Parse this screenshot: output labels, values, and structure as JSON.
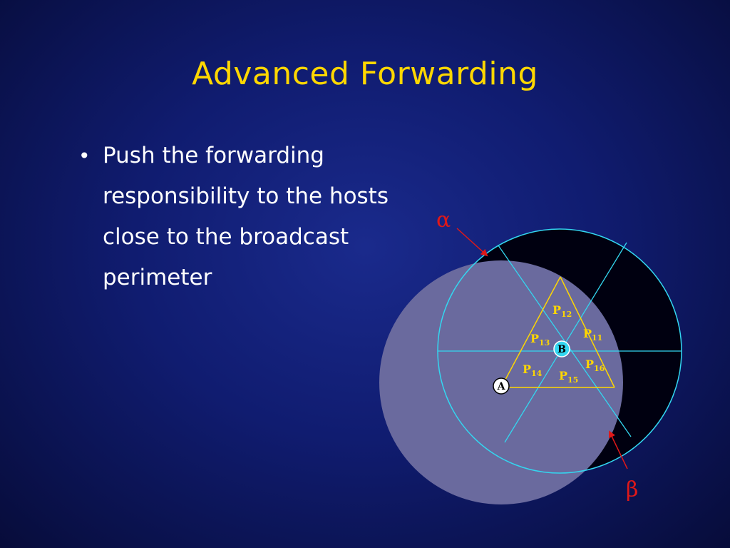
{
  "slide": {
    "title": "Advanced Forwarding",
    "bullets": [
      "Push the forwarding responsibility to the hosts close to the broadcast perimeter"
    ]
  },
  "diagram": {
    "nodes": [
      {
        "id": "A",
        "label": "A"
      },
      {
        "id": "B",
        "label": "B"
      }
    ],
    "region_labels": [
      {
        "main": "P",
        "sub": "12"
      },
      {
        "main": "P",
        "sub": "11"
      },
      {
        "main": "P",
        "sub": "13"
      },
      {
        "main": "P",
        "sub": "16"
      },
      {
        "main": "P",
        "sub": "14"
      },
      {
        "main": "P",
        "sub": "15"
      }
    ],
    "angle_labels": {
      "alpha": "α",
      "beta": "β"
    }
  },
  "colors": {
    "title": "#ffd700",
    "label": "#ffd700",
    "circle_fill": "#6a6a9e",
    "cyan": "#33d6f0",
    "arrow": "#e01818"
  }
}
